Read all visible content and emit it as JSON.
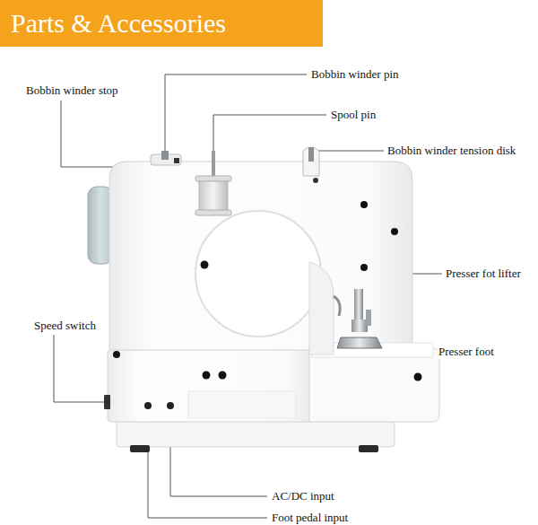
{
  "diagram": {
    "title": "Parts & Accessories",
    "labels": [
      "Bobbin winder pin",
      "Bobbin winder stop",
      "Spool pin",
      "Bobbin winder tension disk",
      "Presser fot lifter",
      "Speed switch",
      "Presser foot",
      "AC/DC input",
      "Foot pedal input"
    ]
  }
}
